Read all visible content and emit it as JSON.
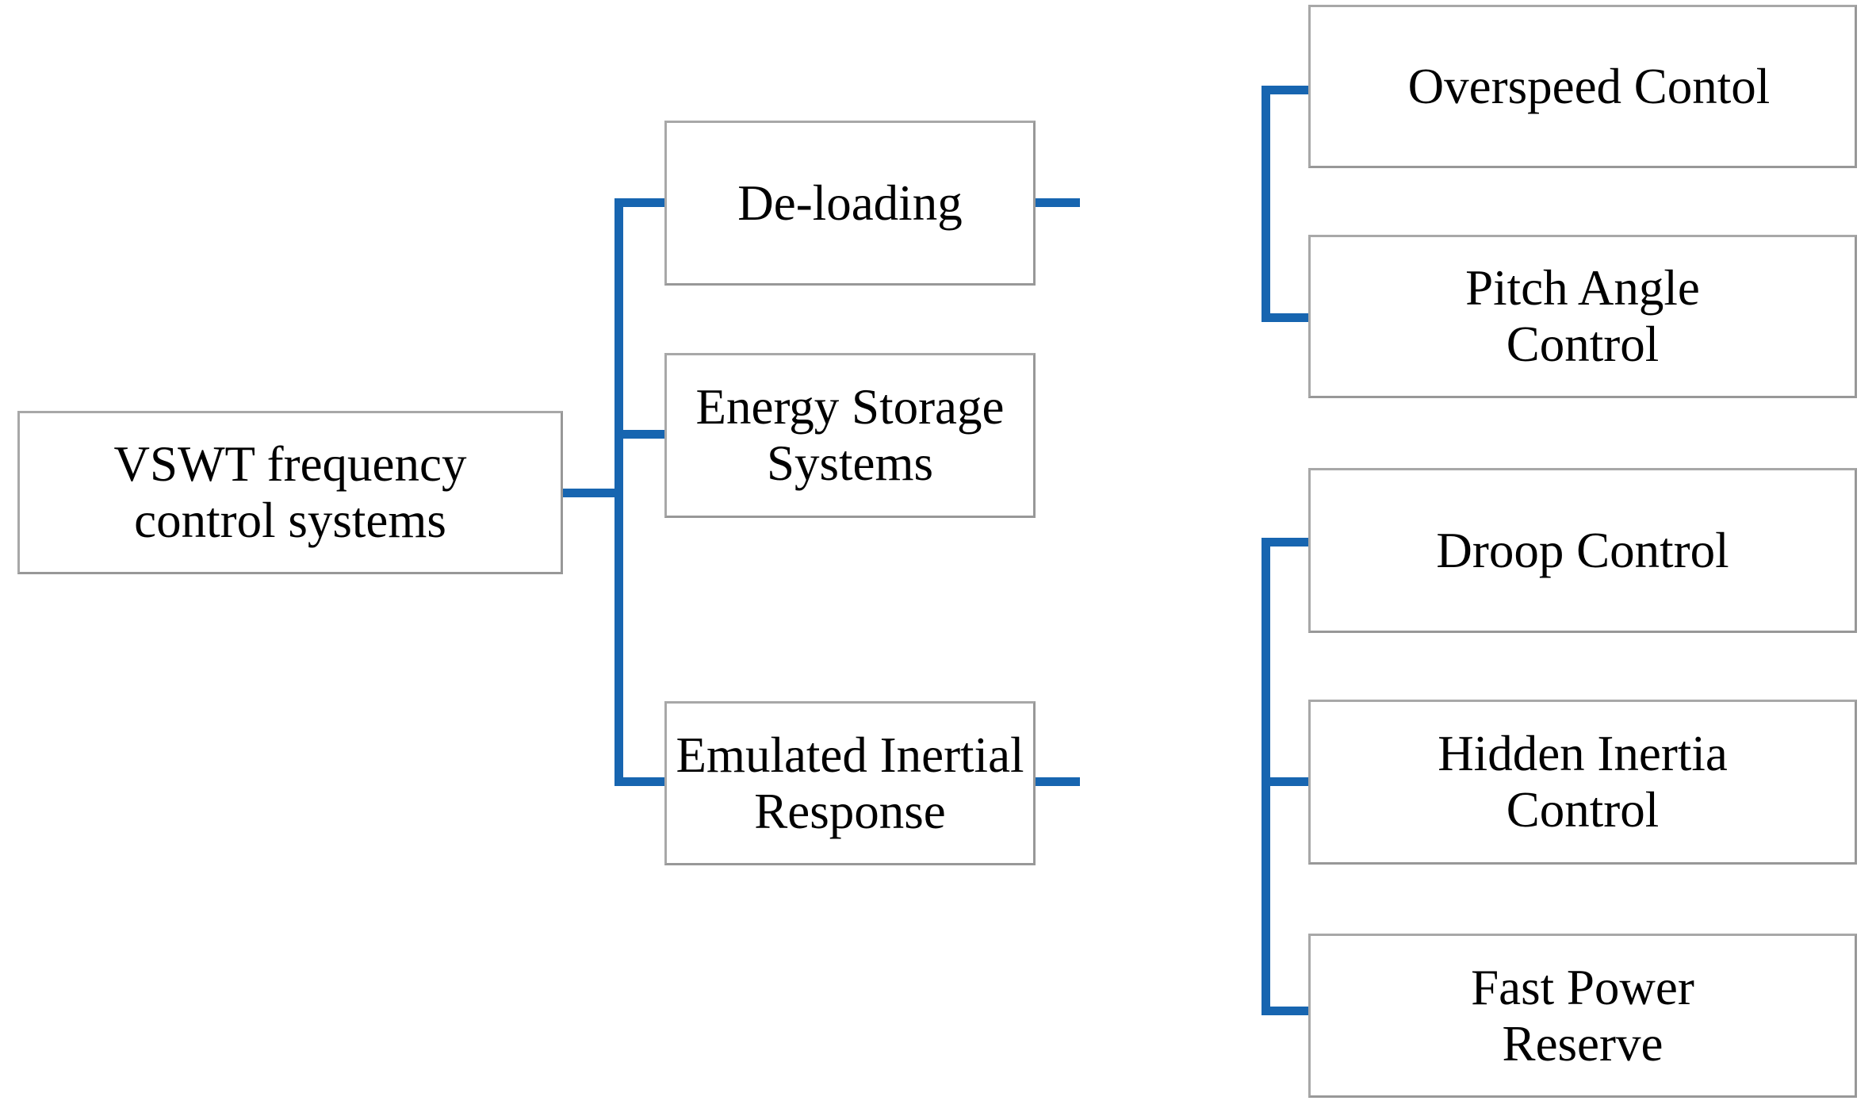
{
  "diagram": {
    "type": "tree-hierarchy",
    "title": "VSWT frequency control systems",
    "accent_color": "#1765b0",
    "box_border_color": "#a0a0a0",
    "box_fill_color": "#ffffff",
    "text_color": "#000000",
    "root": {
      "label": "VSWT frequency\ncontrol systems"
    },
    "level2": [
      {
        "label": "De-loading"
      },
      {
        "label": "Energy Storage\nSystems"
      },
      {
        "label": "Emulated Inertial\nResponse"
      }
    ],
    "level3_deloading": [
      {
        "label": "Overspeed Contol"
      },
      {
        "label": "Pitch Angle\nControl"
      }
    ],
    "level3_inertial": [
      {
        "label": "Droop Control"
      },
      {
        "label": "Hidden Inertia\nControl"
      },
      {
        "label": "Fast Power\nReserve"
      }
    ]
  }
}
